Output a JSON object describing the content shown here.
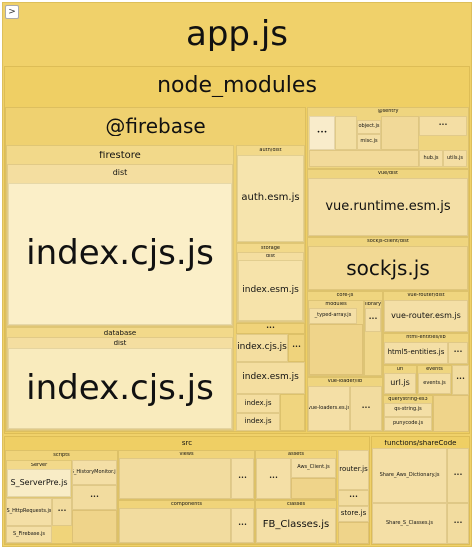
{
  "toolbar": {
    "toggle_glyph": ">"
  },
  "treemap": {
    "root": "app.js",
    "node_modules": "node_modules",
    "firebase": "@firebase",
    "firestore": "firestore",
    "firestore_dist": "dist",
    "firestore_index": "index.cjs.js",
    "database": "database",
    "database_dist": "dist",
    "database_index": "index.cjs.js",
    "auth_dist": "auth/dist",
    "auth_esm": "auth.esm.js",
    "storage": "storage",
    "storage_dist": "dist",
    "storage_index": "index.esm.js",
    "index_cjs": "index.cjs.js",
    "index_esm": "index.esm.js",
    "index_js_1": "index.js",
    "index_js_2": "index.js",
    "sentry": "@sentry",
    "object_js": "object.js",
    "misc_js": "misc.js",
    "hub_js": "hub.js",
    "utils_js": "utils.js",
    "vue_dist": "vue/dist",
    "vue_runtime": "vue.runtime.esm.js",
    "sockjs_dist": "sockjs-client/dist",
    "sockjs": "sockjs.js",
    "core_js": "core-js",
    "modules": "modules",
    "library": "library",
    "typed_array": "_typed-array.js",
    "vue_loader_lib": "vue-loader/lib",
    "vue_loaders": "vue-loaders.es.js",
    "vue_router_dist": "vue-router/dist",
    "vue_router": "vue-router.esm.js",
    "html_entities_lib": "html-entities/lib",
    "html5_entities": "html5-entities.js",
    "url_dir": "url",
    "url_js": "url.js",
    "querystring": "querystring-es3",
    "qs_string": "qs-string.js",
    "punycode": "punycode.js",
    "events": "events",
    "events_js": "events.js",
    "ellipsis": "•••",
    "src": "src",
    "scripts": "scripts",
    "server": "Server",
    "server_pre": "S_ServerPre.js",
    "history_monitor": "S_HistoryMonitor.js",
    "http_requests": "S_HttpRequests.js",
    "s_firebase": "S_Firebase.js",
    "views": "views",
    "components": "components",
    "assets": "assets",
    "aws_client": "Aws_Client.js",
    "classes": "classes",
    "fb_classes": "FB_Classes.js",
    "router_js": "router.js",
    "store_js": "store.js",
    "functions_share": "functions/shareCode",
    "share_aws_dict": "Share_Aws_Dictionary.js",
    "share_s_classes": "Share_S_Classes.js"
  }
}
